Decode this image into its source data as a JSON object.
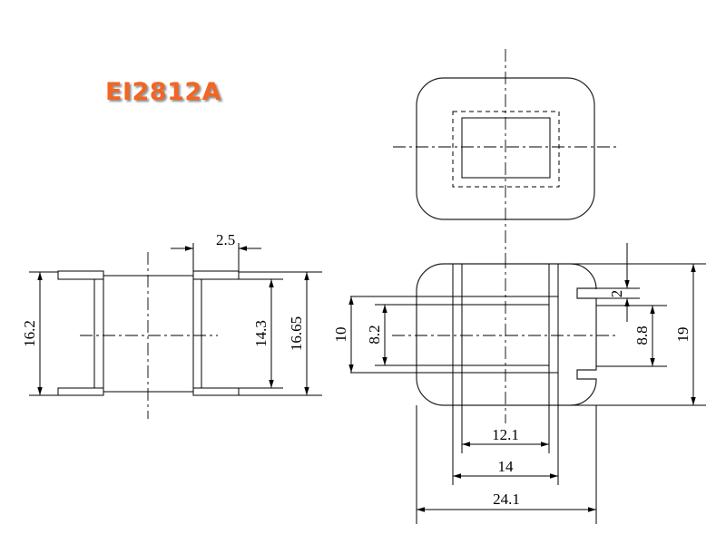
{
  "title": "EI2812A",
  "colors": {
    "title": "#f26522",
    "line": "#000000"
  },
  "dimensions": {
    "side_flange_thickness": "2.5",
    "side_overall_height": "16.2",
    "side_window_height": "14.3",
    "side_outer_height": "16.65",
    "front_outer_window": "10",
    "front_core_window": "8.2",
    "front_slot_width": "2",
    "front_slot_spacing": "8.8",
    "front_overall_height": "19",
    "bottom_core_width": "12.1",
    "bottom_window_width": "14",
    "bottom_overall_width": "24.1"
  }
}
